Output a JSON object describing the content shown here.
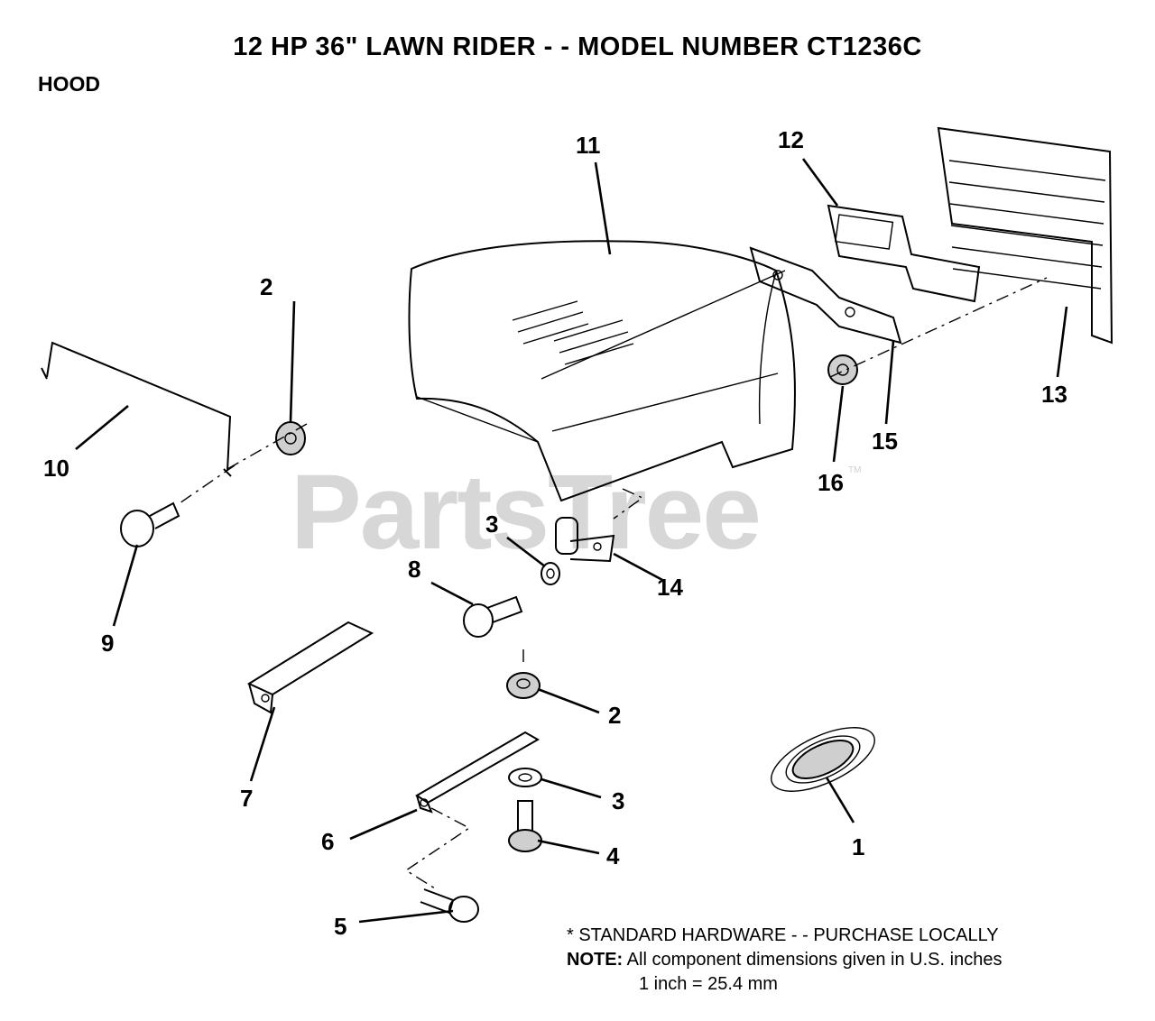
{
  "header": {
    "title": "12 HP 36\" LAWN RIDER - - MODEL NUMBER CT1236C",
    "section": "HOOD"
  },
  "watermark": {
    "text": "PartsTree",
    "mark": "TM"
  },
  "callouts": {
    "c1": "1",
    "c2a": "2",
    "c2b": "2",
    "c3a": "3",
    "c3b": "3",
    "c4": "4",
    "c5": "5",
    "c6": "6",
    "c7": "7",
    "c8": "8",
    "c9": "9",
    "c10": "10",
    "c11": "11",
    "c12": "12",
    "c13": "13",
    "c14": "14",
    "c15": "15",
    "c16": "16"
  },
  "notes": {
    "standard_hardware": "* STANDARD HARDWARE - - PURCHASE LOCALLY",
    "note_label": "NOTE:",
    "note_text": "All component dimensions given in U.S. inches",
    "conversion": "1 inch = 25.4 mm"
  }
}
